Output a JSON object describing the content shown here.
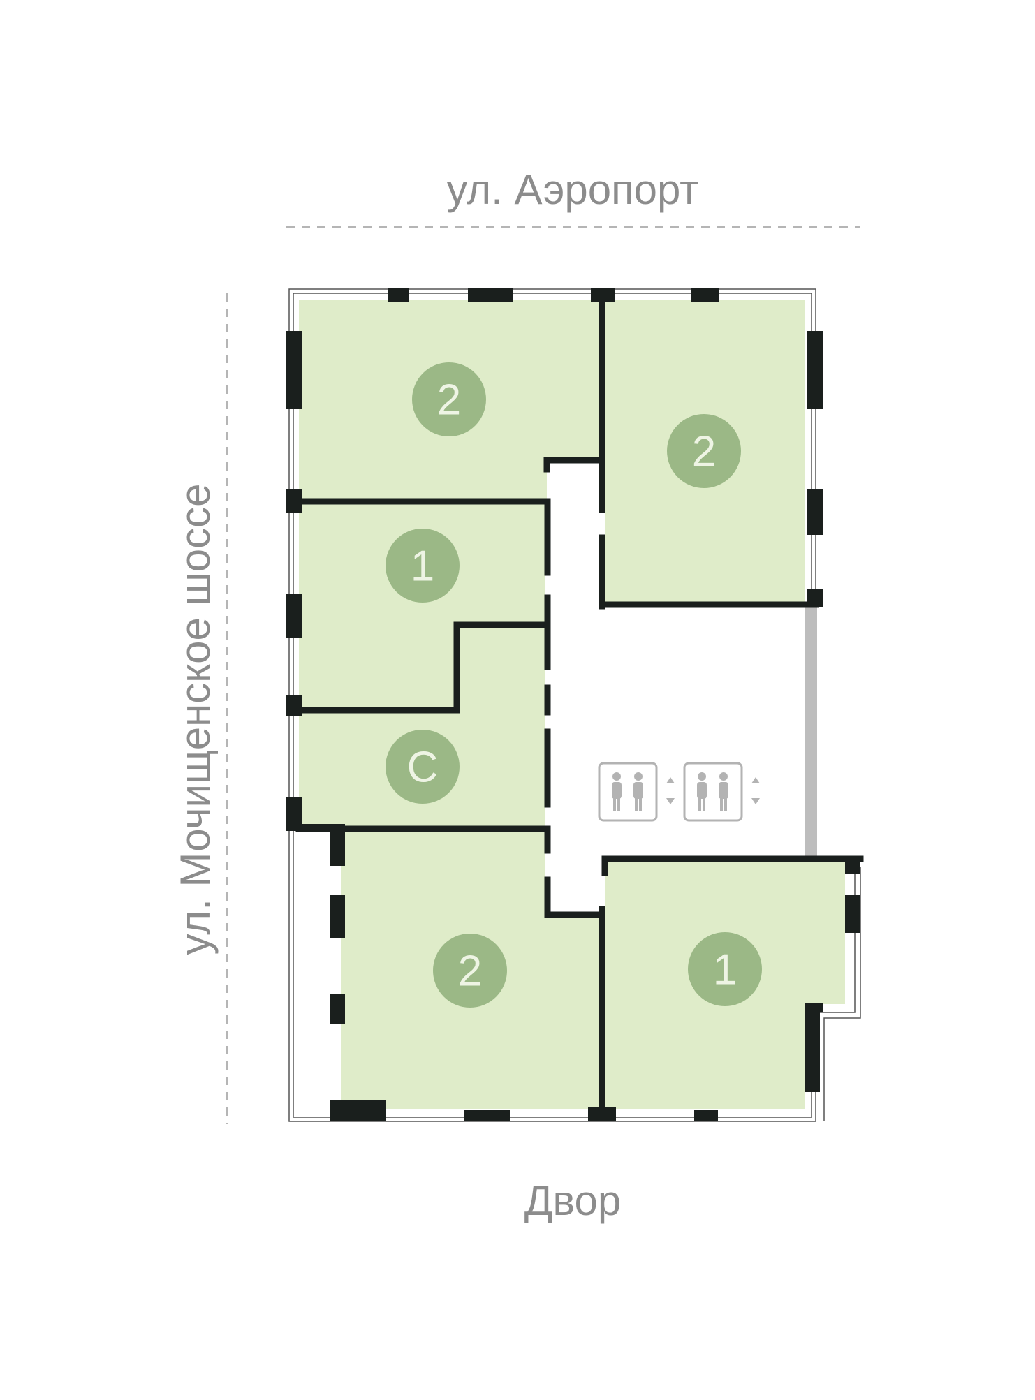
{
  "streets": {
    "top": "ул. Аэропорт",
    "left": "ул. Мочищенское шоссе",
    "bottom": "Двор"
  },
  "apartments": [
    {
      "id": "apt-top-left",
      "label": "2"
    },
    {
      "id": "apt-top-right",
      "label": "2"
    },
    {
      "id": "apt-mid-left",
      "label": "1"
    },
    {
      "id": "apt-studio",
      "label": "С"
    },
    {
      "id": "apt-bottom-left",
      "label": "2"
    },
    {
      "id": "apt-bottom-right",
      "label": "1"
    }
  ],
  "colors": {
    "apartment_fill": "#dfecc9",
    "badge_fill": "#9bb886",
    "badge_text": "#eef4e4",
    "wall": "#1a1f1d",
    "street_text": "#8c8c8c",
    "lift_icon": "#b3b3b3"
  },
  "icons": {
    "elevators": [
      "elevator-icon",
      "elevator-icon"
    ]
  }
}
